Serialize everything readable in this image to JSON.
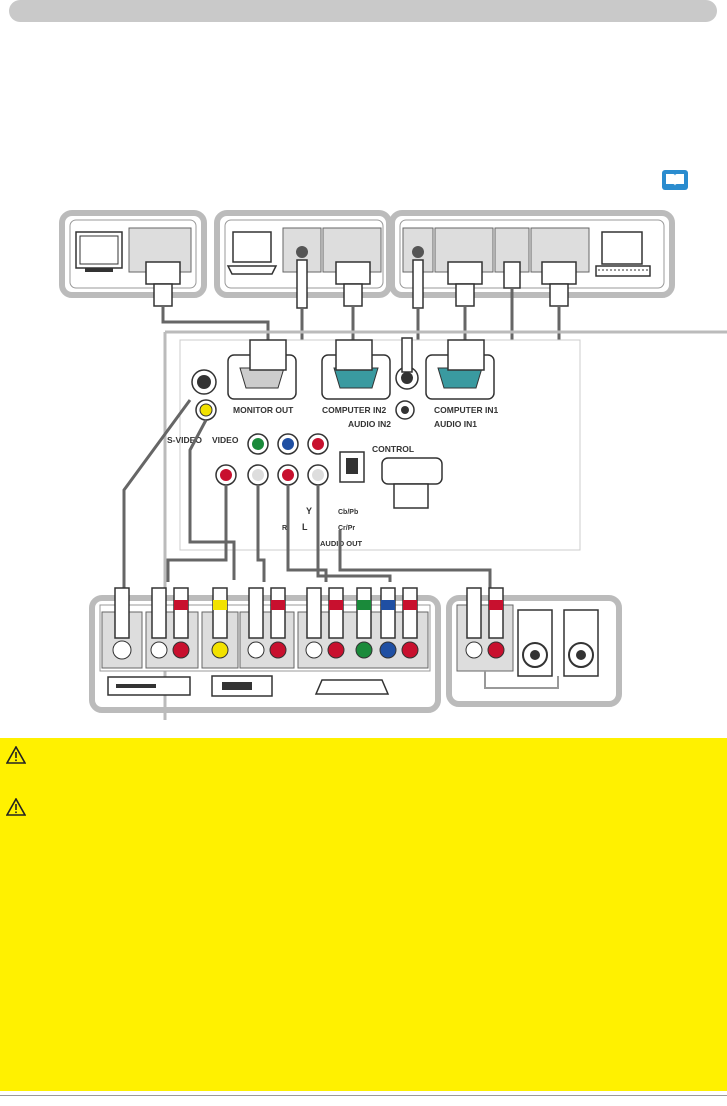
{
  "icons": {
    "reference_book": "book-icon",
    "caution_1": "warning-triangle-icon",
    "caution_2": "warning-triangle-icon"
  },
  "colors": {
    "header_bar": "#c9c9c9",
    "caution_background": "#fff100",
    "jack_red": "#c8102e",
    "jack_green": "#1a8a3a",
    "jack_blue": "#1f4fa3",
    "jack_yellow": "#f2e200",
    "vga_teal": "#3a9aa0"
  },
  "panel_labels": {
    "monitor_out": "MONITOR OUT",
    "computer_in2": "COMPUTER IN2",
    "computer_in1": "COMPUTER IN1",
    "audio_in2": "AUDIO IN2",
    "audio_in1": "AUDIO IN1",
    "s_video": "S-VIDEO",
    "video": "VIDEO",
    "control": "CONTROL",
    "audio_out": "AUDIO OUT",
    "jack_y": "Y",
    "jack_l": "L",
    "jack_r": "R",
    "jack_cb_pb": "Cb/Pb",
    "jack_cr_pr": "Cr/Pr"
  }
}
